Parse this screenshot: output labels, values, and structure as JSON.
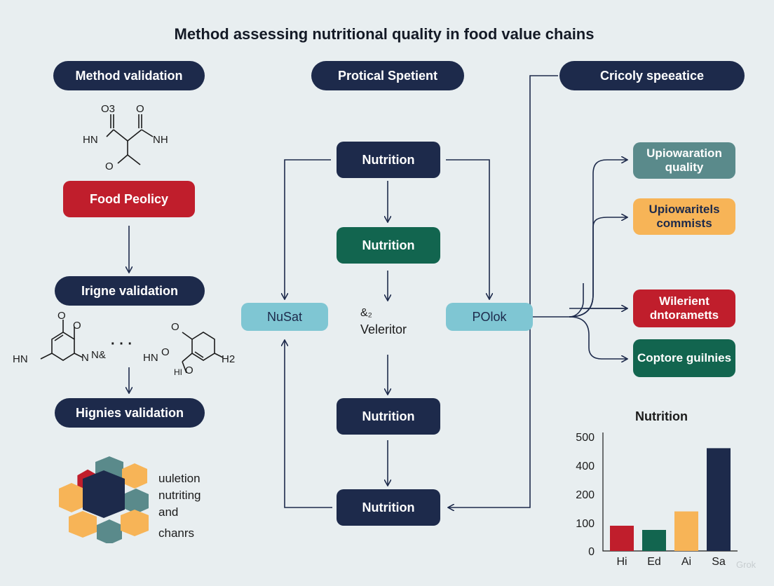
{
  "title": "Method assessing nutritional quality in food value chains",
  "colors": {
    "navy": "#1d2a4b",
    "teal": "#12654f",
    "red": "#c01e2c",
    "cyan": "#7fc6d3",
    "grey_teal": "#5a8a8b",
    "orange": "#f7b457",
    "background": "#e8eef0"
  },
  "left": {
    "header": "Method validation",
    "molecule_top": {
      "o3": "O3",
      "o": "O",
      "hn": "HN",
      "nh": "NH",
      "o_low": "O"
    },
    "policy": "Food Peolicy",
    "mid_pill": "Irigne validation",
    "molecule_mid": {
      "left_o": "O",
      "left_o2": "O",
      "left_hn": "HN",
      "left_n": "N",
      "left_n3": "N&",
      "dots": "· · ·",
      "right_o": "O",
      "right_hno": "HN",
      "right_o2": "O",
      "right_hi": "HI",
      "right_h2": "H2",
      "right_o3": "O"
    },
    "bottom_pill": "Hignies validation",
    "cluster_text": [
      "uuletion",
      "nutriting",
      "and",
      "chanrs"
    ]
  },
  "middle": {
    "header": "Protical Spetient",
    "boxes": [
      "Nutrition",
      "Nutrition",
      "Nutrition",
      "Nutrition"
    ],
    "left_side": "NuSat",
    "right_side": "POlok",
    "center_text_1": "&₂",
    "center_text_2": "Veleritor"
  },
  "right": {
    "header": "Cricoly speeatice",
    "outputs": [
      {
        "label": "Upiowaration quality",
        "color": "grey"
      },
      {
        "label": "Upiowaritels commists",
        "color": "orange"
      },
      {
        "label": "Wilerient dntorametts",
        "color": "red"
      },
      {
        "label": "Coptore guilnies",
        "color": "teal"
      }
    ]
  },
  "chart_data": {
    "type": "bar",
    "title": "Nutrition",
    "categories": [
      "Hi",
      "Ed",
      "Ai",
      "Sa"
    ],
    "values": [
      90,
      75,
      140,
      460
    ],
    "colors": [
      "#c01e2c",
      "#12654f",
      "#f7b457",
      "#1d2a4b"
    ],
    "yticks": [
      0,
      100,
      200,
      400,
      500
    ],
    "ylim": [
      0,
      500
    ]
  },
  "watermark": "Grok"
}
